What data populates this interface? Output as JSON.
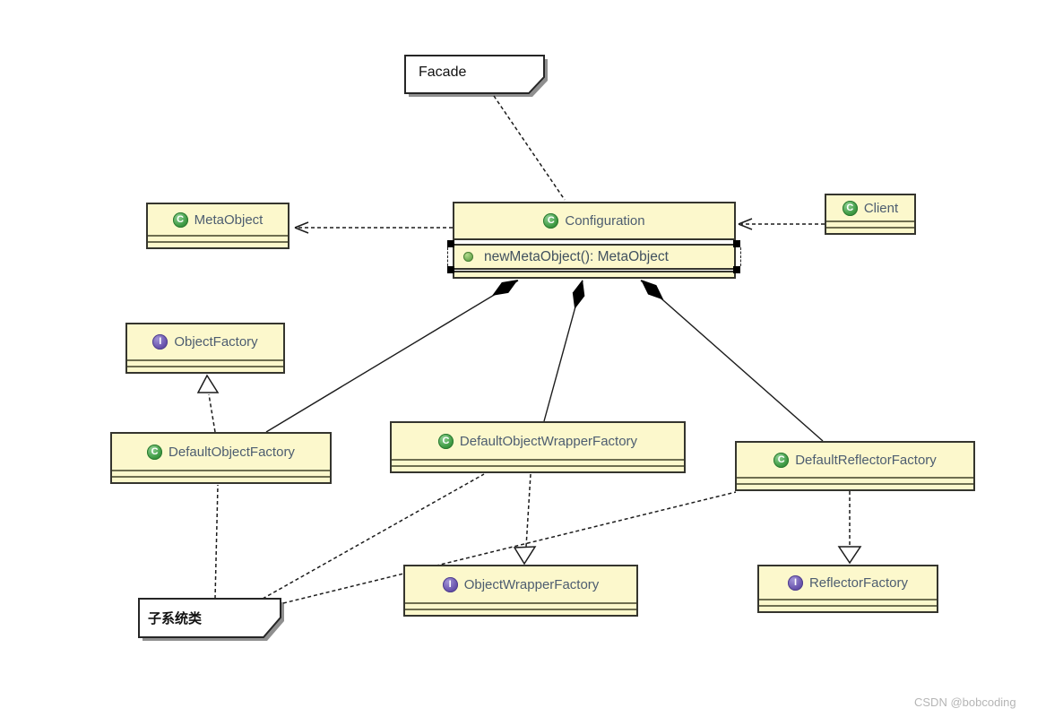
{
  "diagram_type": "uml-class-diagram",
  "notes": {
    "facade": {
      "text": "Facade"
    },
    "subsystem": {
      "text": "子系统类"
    }
  },
  "nodes": {
    "metaobject": {
      "name": "MetaObject",
      "kind": "class"
    },
    "configuration": {
      "name": "Configuration",
      "kind": "class",
      "method": "newMetaObject(): MetaObject",
      "method_visibility": "public"
    },
    "client": {
      "name": "Client",
      "kind": "class"
    },
    "objectfactory": {
      "name": "ObjectFactory",
      "kind": "interface"
    },
    "defaultobjectfactory": {
      "name": "DefaultObjectFactory",
      "kind": "class"
    },
    "defaultobjectwrapperfactory": {
      "name": "DefaultObjectWrapperFactory",
      "kind": "class"
    },
    "defaultreflectorfactory": {
      "name": "DefaultReflectorFactory",
      "kind": "class"
    },
    "objectwrapperfactory": {
      "name": "ObjectWrapperFactory",
      "kind": "interface"
    },
    "reflectorfactory": {
      "name": "ReflectorFactory",
      "kind": "interface"
    }
  },
  "edges": [
    {
      "from": "Facade",
      "to": "Configuration",
      "type": "note-anchor"
    },
    {
      "from": "Configuration",
      "to": "MetaObject",
      "type": "dependency"
    },
    {
      "from": "Client",
      "to": "Configuration",
      "type": "dependency"
    },
    {
      "from": "Configuration",
      "to": "DefaultObjectFactory",
      "type": "composition"
    },
    {
      "from": "Configuration",
      "to": "DefaultObjectWrapperFactory",
      "type": "composition"
    },
    {
      "from": "Configuration",
      "to": "DefaultReflectorFactory",
      "type": "composition"
    },
    {
      "from": "DefaultObjectFactory",
      "to": "ObjectFactory",
      "type": "realization"
    },
    {
      "from": "DefaultObjectWrapperFactory",
      "to": "ObjectWrapperFactory",
      "type": "realization"
    },
    {
      "from": "DefaultReflectorFactory",
      "to": "ReflectorFactory",
      "type": "realization"
    },
    {
      "from": "子系统类",
      "to": "DefaultObjectFactory",
      "type": "note-anchor"
    },
    {
      "from": "子系统类",
      "to": "DefaultObjectWrapperFactory",
      "type": "note-anchor"
    },
    {
      "from": "子系统类",
      "to": "DefaultReflectorFactory",
      "type": "note-anchor"
    }
  ],
  "icons": {
    "class_letter": "C",
    "interface_letter": "I"
  },
  "colors": {
    "node_fill": "#fcf8cc",
    "node_border": "#35352e",
    "class_icon_green": "#3f9b44",
    "interface_icon_purple": "#6a55ae",
    "public_method_green": "#6aa84f",
    "note_fill": "#ffffff",
    "watermark_gray": "#b5b5b5"
  },
  "watermark": {
    "text": "CSDN @bobcoding"
  }
}
